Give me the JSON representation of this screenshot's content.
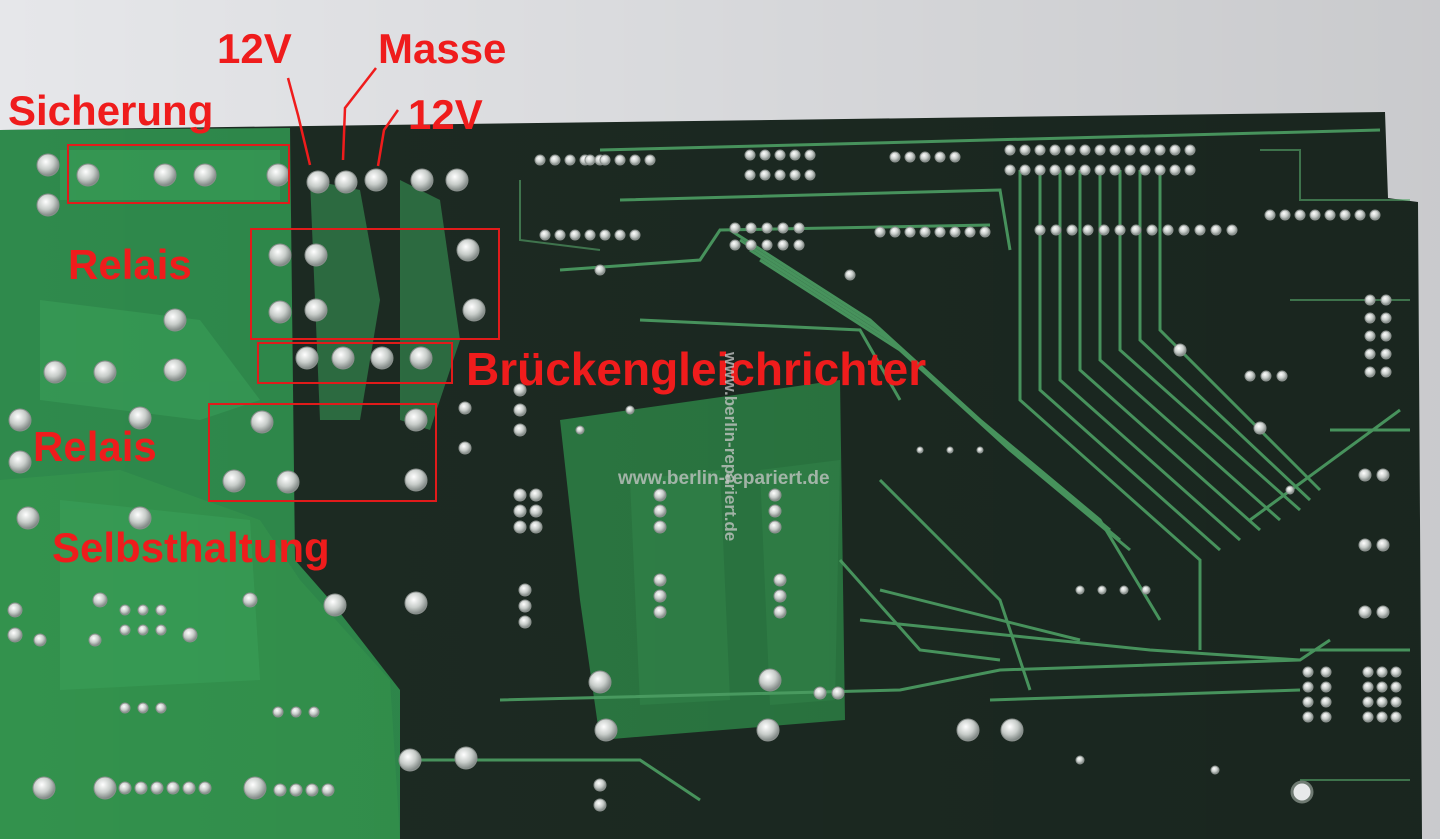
{
  "labels": {
    "sicherung": "Sicherung",
    "v12_left": "12V",
    "masse": "Masse",
    "v12_right": "12V",
    "relais_top": "Relais",
    "brueckengleichrichter": "Brückengleichrichter",
    "relais_bottom": "Relais",
    "selbsthaltung": "Selbsthaltung"
  },
  "watermark": {
    "horizontal": "www.berlin-repariert.de",
    "vertical": "www.berlin-repariert.de"
  },
  "colors": {
    "annotation": "#ef1c1c",
    "pcb_green": "#2f7a45",
    "pcb_dark": "#1b2620",
    "trace": "#4fa166",
    "pad": "#cfd3d0",
    "background": "#e9eaec"
  }
}
